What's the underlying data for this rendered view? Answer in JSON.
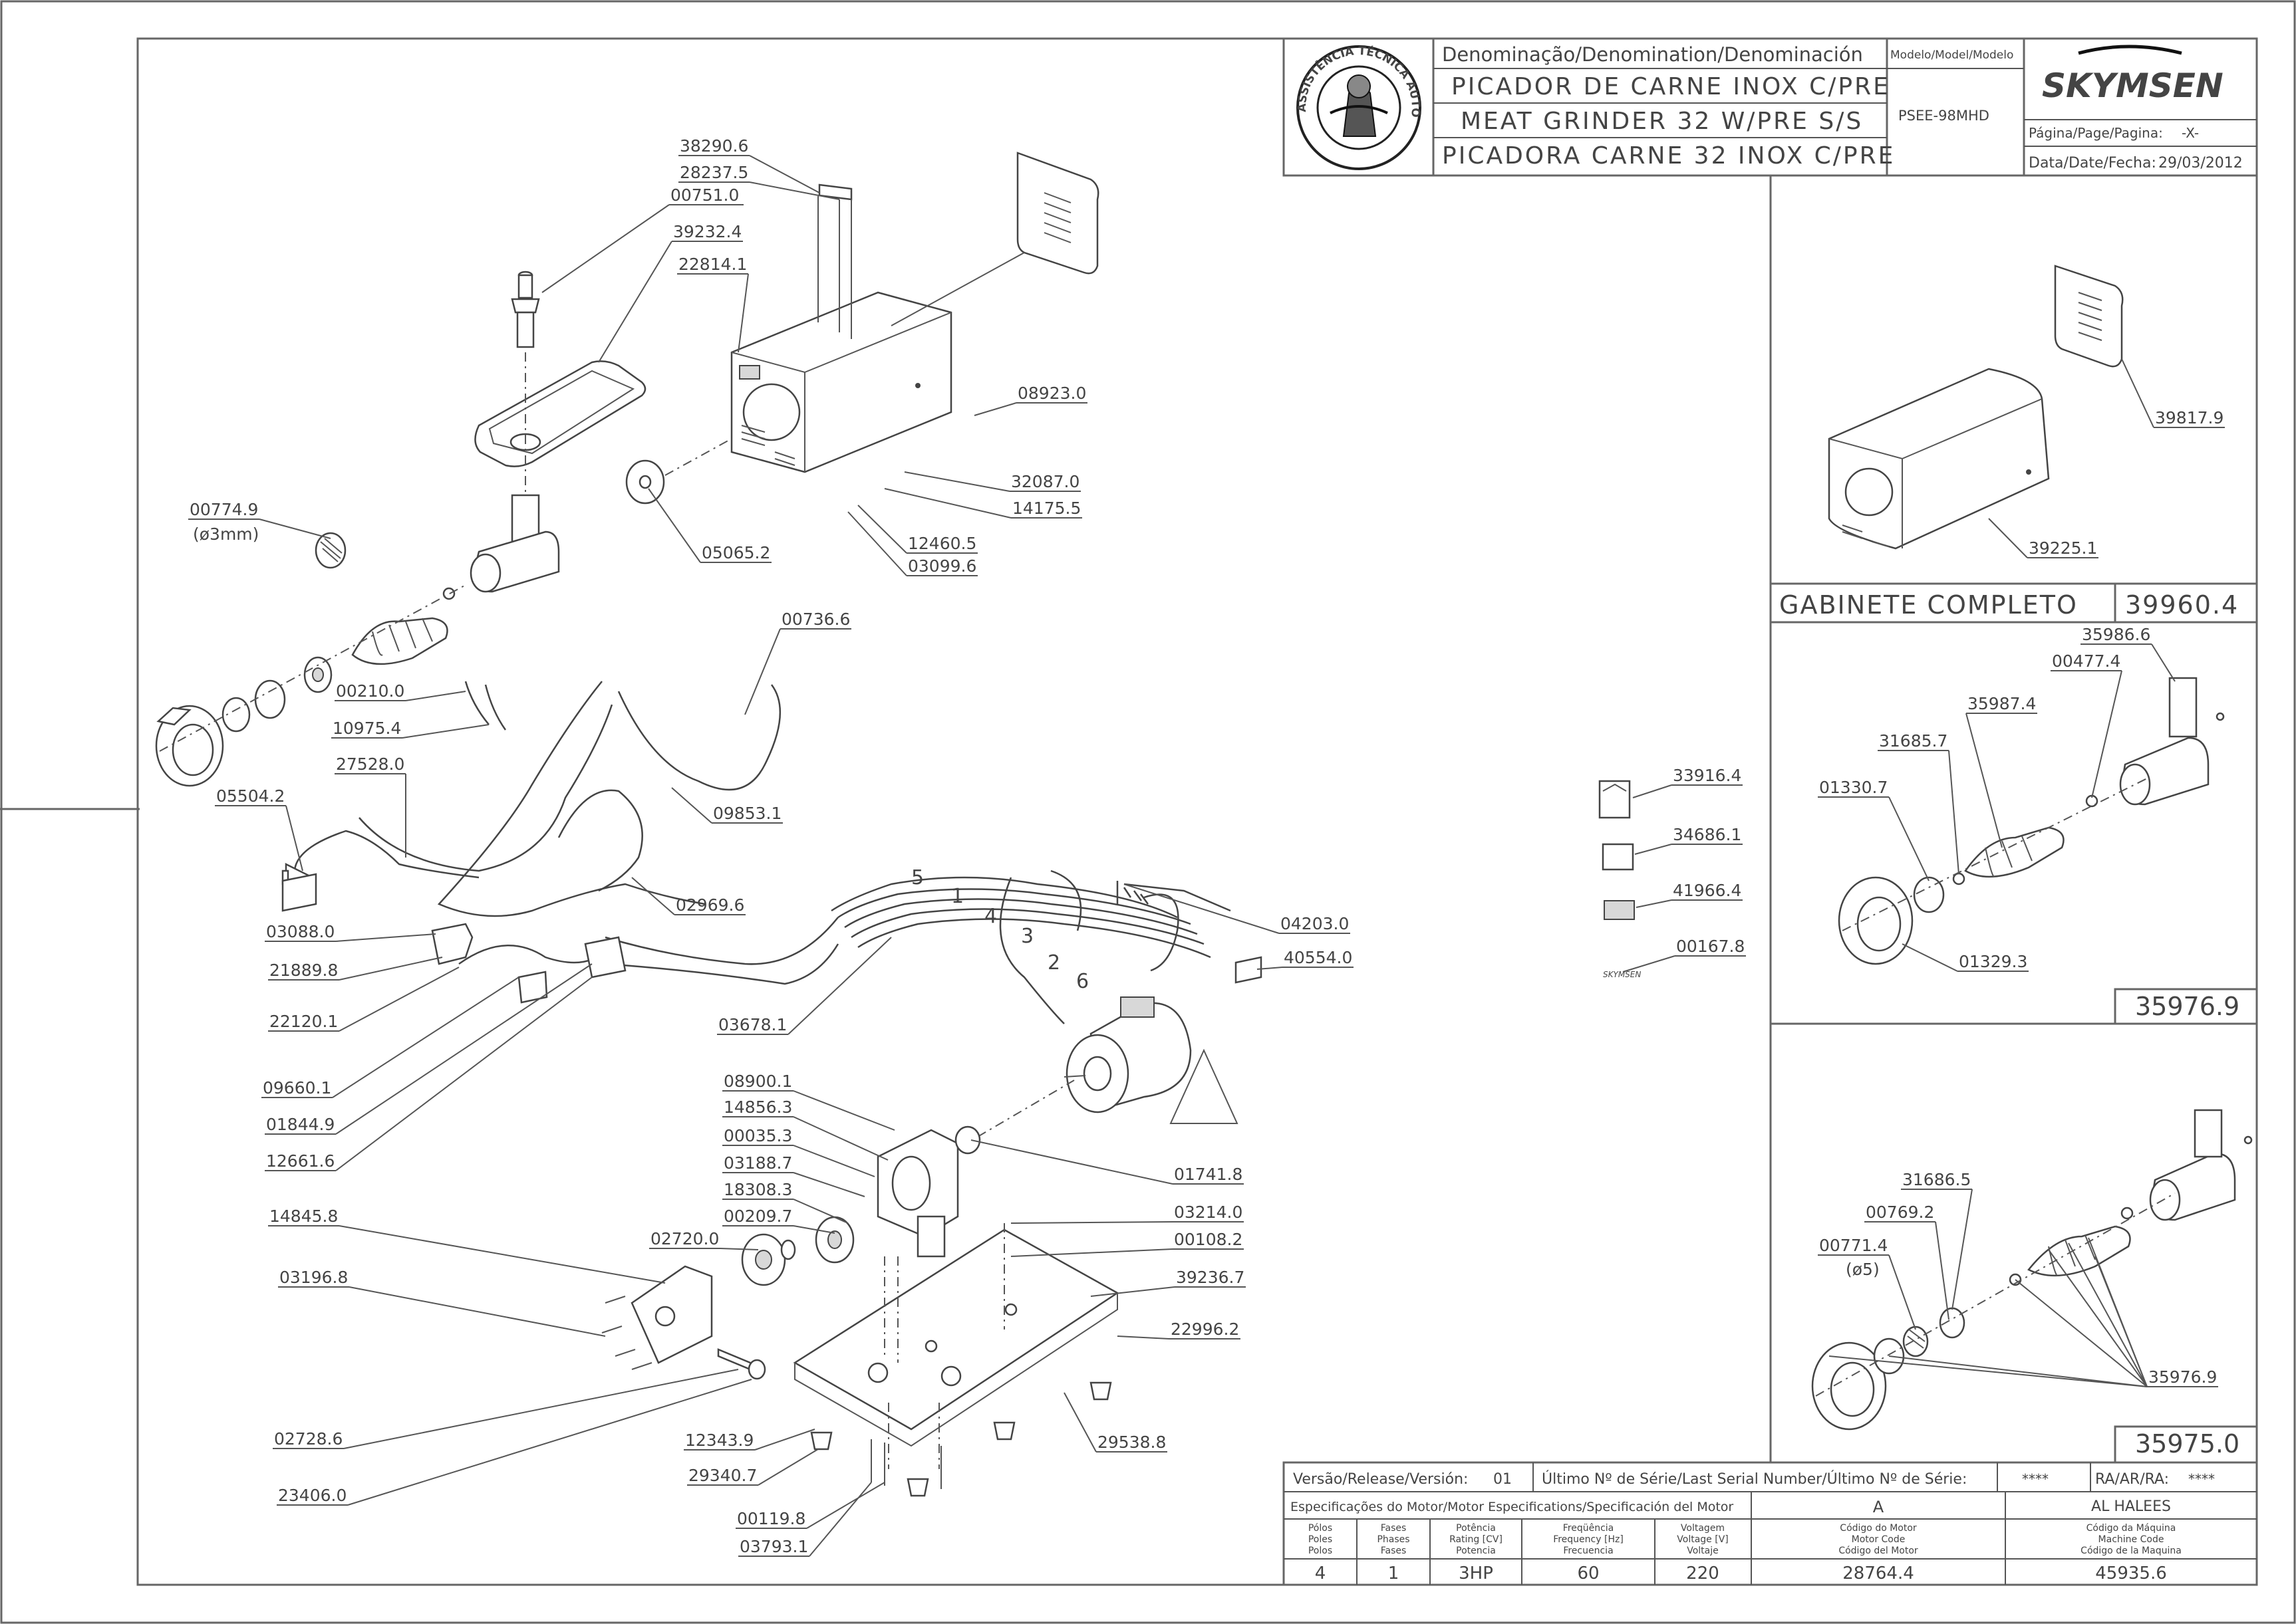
{
  "title_block": {
    "header_denomination": "Denominação/Denomination/Denominación",
    "header_model": "Modelo/Model/Modelo",
    "name_pt": "PICADOR DE CARNE INOX C/PRE",
    "name_en": "MEAT GRINDER 32 W/PRE S/S",
    "name_es": "PICADORA CARNE 32 INOX C/PRE",
    "model_code": "PSEE-98MHD",
    "brand": "SKYMSEN",
    "seal_text": "ASSISTÊNCIA TÉCNICA AUTORIZADA",
    "page_label": "Página/Page/Pagina:",
    "page_value": "-X-",
    "date_label": "Data/Date/Fecha:",
    "date_value": "29/03/2012"
  },
  "main_labels": [
    "38290.6",
    "28237.5",
    "00751.0",
    "39232.4",
    "22814.1",
    "08923.0",
    "32087.0",
    "14175.5",
    "12460.5",
    "03099.6",
    "05065.2",
    "00774.9",
    "(ø3mm)",
    "00736.6",
    "00210.0",
    "10975.4",
    "27528.0",
    "05504.2",
    "09853.1",
    "02969.6",
    "03088.0",
    "21889.8",
    "22120.1",
    "09660.1",
    "01844.9",
    "12661.6",
    "03678.1",
    "04203.0",
    "40554.0",
    "08900.1",
    "14856.3",
    "00035.3",
    "03188.7",
    "18308.3",
    "00209.7",
    "02720.0",
    "14845.8",
    "03196.8",
    "01741.8",
    "03214.0",
    "00108.2",
    "39236.7",
    "22996.2",
    "12343.9",
    "29340.7",
    "00119.8",
    "03793.1",
    "02728.6",
    "23406.0",
    "29538.8",
    "33916.4",
    "34686.1",
    "41966.4",
    "00167.8"
  ],
  "wire_numbers": [
    "5",
    "1",
    "4",
    "3",
    "2",
    "6"
  ],
  "gabinete": {
    "title": "GABINETE COMPLETO",
    "code": "39960.4",
    "labels": [
      "39817.9",
      "39225.1"
    ]
  },
  "kit_3mm": {
    "code": "35976.9",
    "labels": [
      "35986.6",
      "00477.4",
      "35987.4",
      "31685.7",
      "01330.7",
      "01329.3"
    ]
  },
  "kit_5mm": {
    "code": "35975.0",
    "labels": [
      "31686.5",
      "00769.2",
      "00771.4",
      "(ø5)",
      "35976.9"
    ]
  },
  "release_row": {
    "version_label": "Versão/Release/Versión:",
    "version_value": "01",
    "serial_label": "Último Nº de Série/Last Serial Number/Último Nº de Série:",
    "serial_value": "****",
    "ra_label": "RA/AR/RA:",
    "ra_value": "****"
  },
  "motor_spec": {
    "header": "Especificações do Motor/Motor Especifications/Specificación del Motor",
    "revision": "A",
    "client": "AL HALEES",
    "columns": [
      {
        "l1": "Pólos",
        "l2": "Poles",
        "l3": "Polos",
        "value": "4"
      },
      {
        "l1": "Fases",
        "l2": "Phases",
        "l3": "Fases",
        "value": "1"
      },
      {
        "l1": "Potência",
        "l2": "Rating [CV]",
        "l3": "Potencia",
        "value": "3HP"
      },
      {
        "l1": "Freqüência",
        "l2": "Frequency [Hz]",
        "l3": "Frecuencia",
        "value": "60"
      },
      {
        "l1": "Voltagem",
        "l2": "Voltage [V]",
        "l3": "Voltaje",
        "value": "220"
      },
      {
        "l1": "Código do Motor",
        "l2": "Motor Code",
        "l3": "Código del Motor",
        "value": "28764.4"
      },
      {
        "l1": "Código da Máquina",
        "l2": "Machine Code",
        "l3": "Código de la Maquina",
        "value": "45935.6"
      }
    ]
  }
}
